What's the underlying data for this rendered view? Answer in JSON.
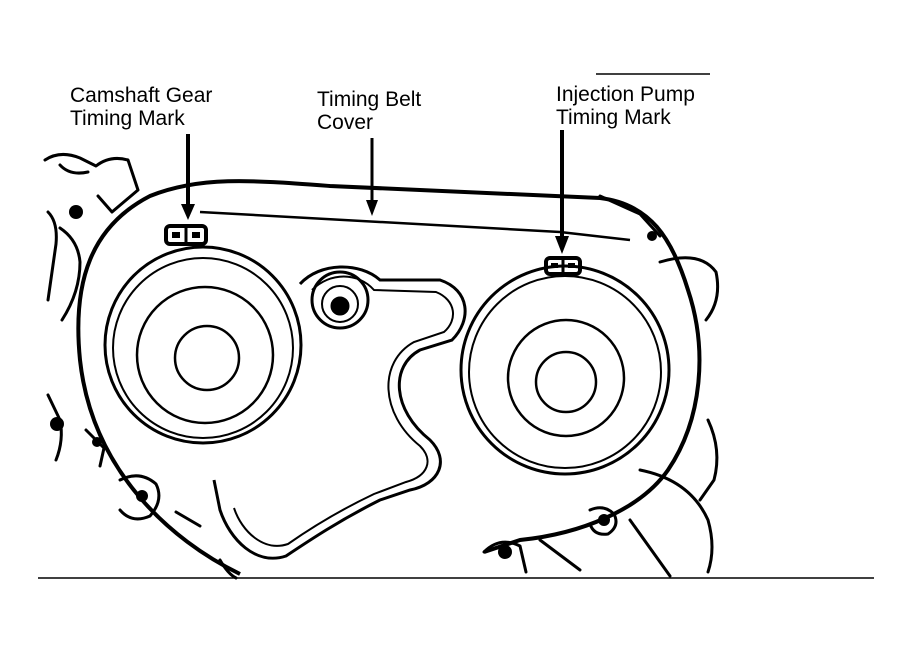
{
  "figure": {
    "labels": {
      "camshaft_gear_timing_mark": [
        "Camshaft Gear",
        "Timing Mark"
      ],
      "timing_belt_cover": [
        "Timing Belt",
        "Cover"
      ],
      "injection_pump_timing_mark": [
        "Injection Pump",
        "Timing Mark"
      ]
    },
    "colors": {
      "ink": "#000000",
      "paper": "#ffffff"
    }
  }
}
